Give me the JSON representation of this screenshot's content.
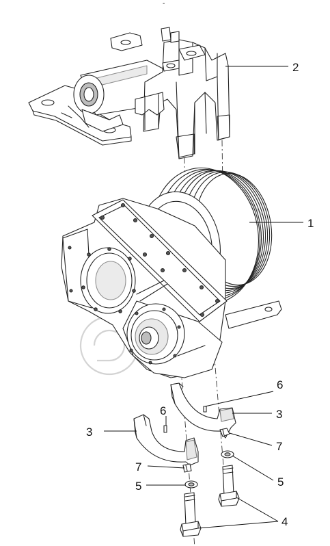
{
  "diagram": {
    "callouts": [
      {
        "id": "c2",
        "label": "2"
      },
      {
        "id": "c1",
        "label": "1"
      },
      {
        "id": "c6a",
        "label": "6"
      },
      {
        "id": "c3a",
        "label": "3"
      },
      {
        "id": "c6b",
        "label": "6"
      },
      {
        "id": "c3b",
        "label": "3"
      },
      {
        "id": "c7a",
        "label": "7"
      },
      {
        "id": "c7b",
        "label": "7"
      },
      {
        "id": "c5a",
        "label": "5"
      },
      {
        "id": "c5b",
        "label": "5"
      },
      {
        "id": "c4",
        "label": "4"
      }
    ],
    "top_mark": "-"
  }
}
